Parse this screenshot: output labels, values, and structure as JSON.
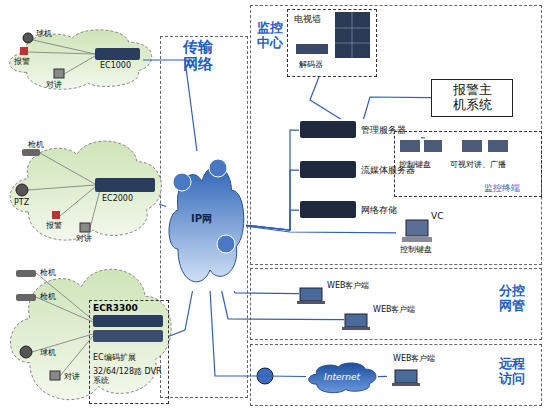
{
  "diagram": {
    "nodes": [
      {
        "text": [
          "传输网络"
        ]
      },
      {
        "text": [
          "IP网"
        ],
        "in": 0
      },
      {
        "text": [
          "监控中心"
        ]
      },
      {
        "text": [
          "电视墙",
          "解码器"
        ],
        "in": 2
      },
      {
        "text": [
          "报警主机系统"
        ],
        "in": 2
      },
      {
        "text": [
          "管理服务器"
        ],
        "in": 2
      },
      {
        "text": [
          "流媒体服务器"
        ],
        "in": 2
      },
      {
        "text": [
          "网络存储"
        ],
        "in": 2
      },
      {
        "text": [
          "监控终端",
          "控制键盘",
          "可视对讲、广播"
        ],
        "in": 2
      },
      {
        "text": [
          "VC",
          "控制键盘"
        ],
        "in": 2
      },
      {
        "text": [
          "分控网管"
        ]
      },
      {
        "text": [
          "WEB客户端"
        ],
        "in": 10
      },
      {
        "text": [
          "WEB客户端"
        ],
        "in": 10
      },
      {
        "text": [
          "远程访问"
        ]
      },
      {
        "text": [
          "Internet"
        ],
        "in": 13
      },
      {
        "text": [
          "WEB客户端"
        ],
        "in": 13
      },
      {
        "text": [
          "球机",
          "报警",
          "对讲"
        ]
      },
      {
        "text": [
          "EC1000"
        ],
        "in": 16
      },
      {
        "text": [
          "枪机",
          "PTZ",
          "报警",
          "对讲"
        ]
      },
      {
        "text": [
          "EC2000"
        ],
        "in": 18
      },
      {
        "text": [
          "枪机",
          "枪机",
          "球机",
          "对讲"
        ]
      },
      {
        "text": [
          "ECR3300",
          "EC编码扩展",
          "32/64/128路 DVR系统"
        ],
        "in": 20
      }
    ],
    "edges": [
      {
        "from": 17,
        "to": 1,
        "arrow": "none"
      },
      {
        "from": 19,
        "to": 1,
        "arrow": "none"
      },
      {
        "from": 21,
        "to": 1,
        "arrow": "none"
      },
      {
        "from": 1,
        "to": 5,
        "arrow": "none"
      },
      {
        "from": 1,
        "to": 6,
        "arrow": "none"
      },
      {
        "from": 1,
        "to": 7,
        "arrow": "none"
      },
      {
        "from": 1,
        "to": 9,
        "arrow": "none"
      },
      {
        "from": 1,
        "to": 11,
        "arrow": "none"
      },
      {
        "from": 1,
        "to": 12,
        "arrow": "none"
      },
      {
        "from": 1,
        "to": 14,
        "arrow": "none"
      },
      {
        "from": 14,
        "to": 15,
        "arrow": "none"
      },
      {
        "from": 3,
        "to": 5,
        "arrow": "none"
      },
      {
        "from": 5,
        "to": 4,
        "arrow": "none"
      },
      {
        "from": 5,
        "to": 8,
        "arrow": "none"
      }
    ]
  }
}
